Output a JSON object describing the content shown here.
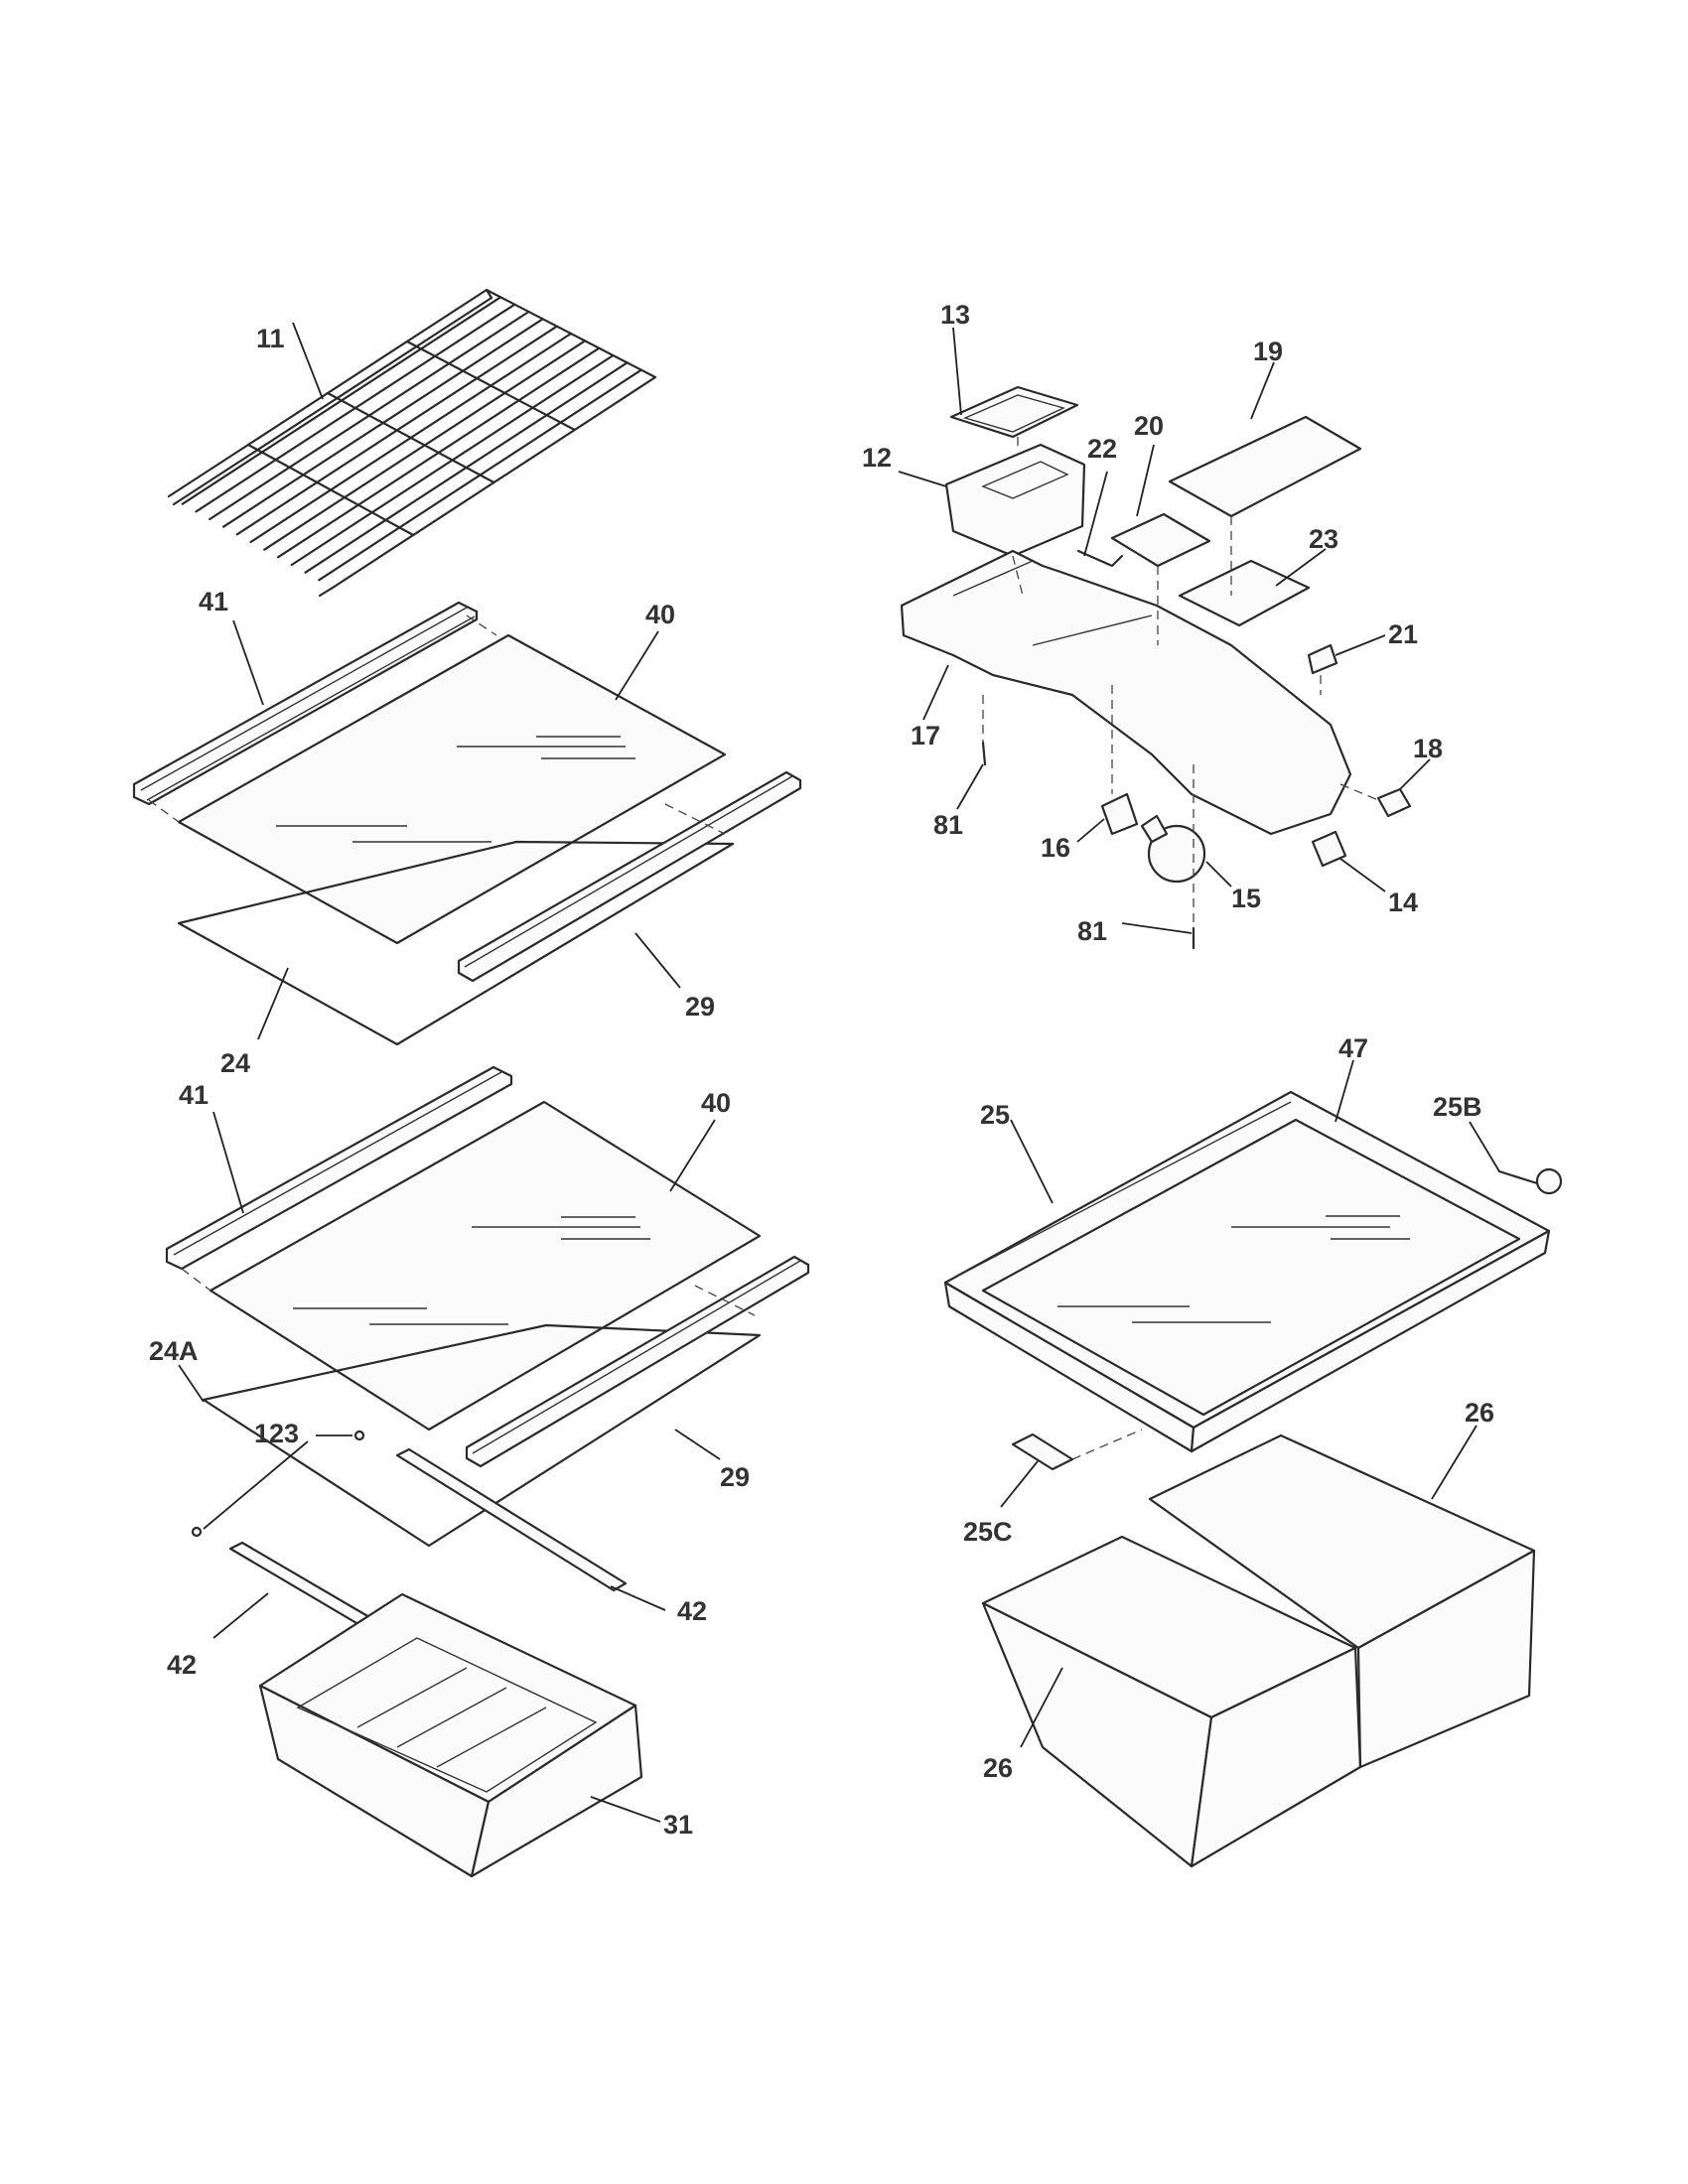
{
  "callouts": [
    {
      "id": "c-11",
      "label": "11"
    },
    {
      "id": "c-41a",
      "label": "41"
    },
    {
      "id": "c-40a",
      "label": "40"
    },
    {
      "id": "c-29a",
      "label": "29"
    },
    {
      "id": "c-24",
      "label": "24"
    },
    {
      "id": "c-41b",
      "label": "41"
    },
    {
      "id": "c-40b",
      "label": "40"
    },
    {
      "id": "c-24A",
      "label": "24A"
    },
    {
      "id": "c-123",
      "label": "123"
    },
    {
      "id": "c-29b",
      "label": "29"
    },
    {
      "id": "c-42a",
      "label": "42"
    },
    {
      "id": "c-42b",
      "label": "42"
    },
    {
      "id": "c-31",
      "label": "31"
    },
    {
      "id": "c-13",
      "label": "13"
    },
    {
      "id": "c-19",
      "label": "19"
    },
    {
      "id": "c-12",
      "label": "12"
    },
    {
      "id": "c-22",
      "label": "22"
    },
    {
      "id": "c-20",
      "label": "20"
    },
    {
      "id": "c-23",
      "label": "23"
    },
    {
      "id": "c-21",
      "label": "21"
    },
    {
      "id": "c-17",
      "label": "17"
    },
    {
      "id": "c-18",
      "label": "18"
    },
    {
      "id": "c-81a",
      "label": "81"
    },
    {
      "id": "c-16",
      "label": "16"
    },
    {
      "id": "c-15",
      "label": "15"
    },
    {
      "id": "c-14",
      "label": "14"
    },
    {
      "id": "c-81b",
      "label": "81"
    },
    {
      "id": "c-47",
      "label": "47"
    },
    {
      "id": "c-25",
      "label": "25"
    },
    {
      "id": "c-25B",
      "label": "25B"
    },
    {
      "id": "c-26a",
      "label": "26"
    },
    {
      "id": "c-25C",
      "label": "25C"
    },
    {
      "id": "c-26b",
      "label": "26"
    }
  ]
}
